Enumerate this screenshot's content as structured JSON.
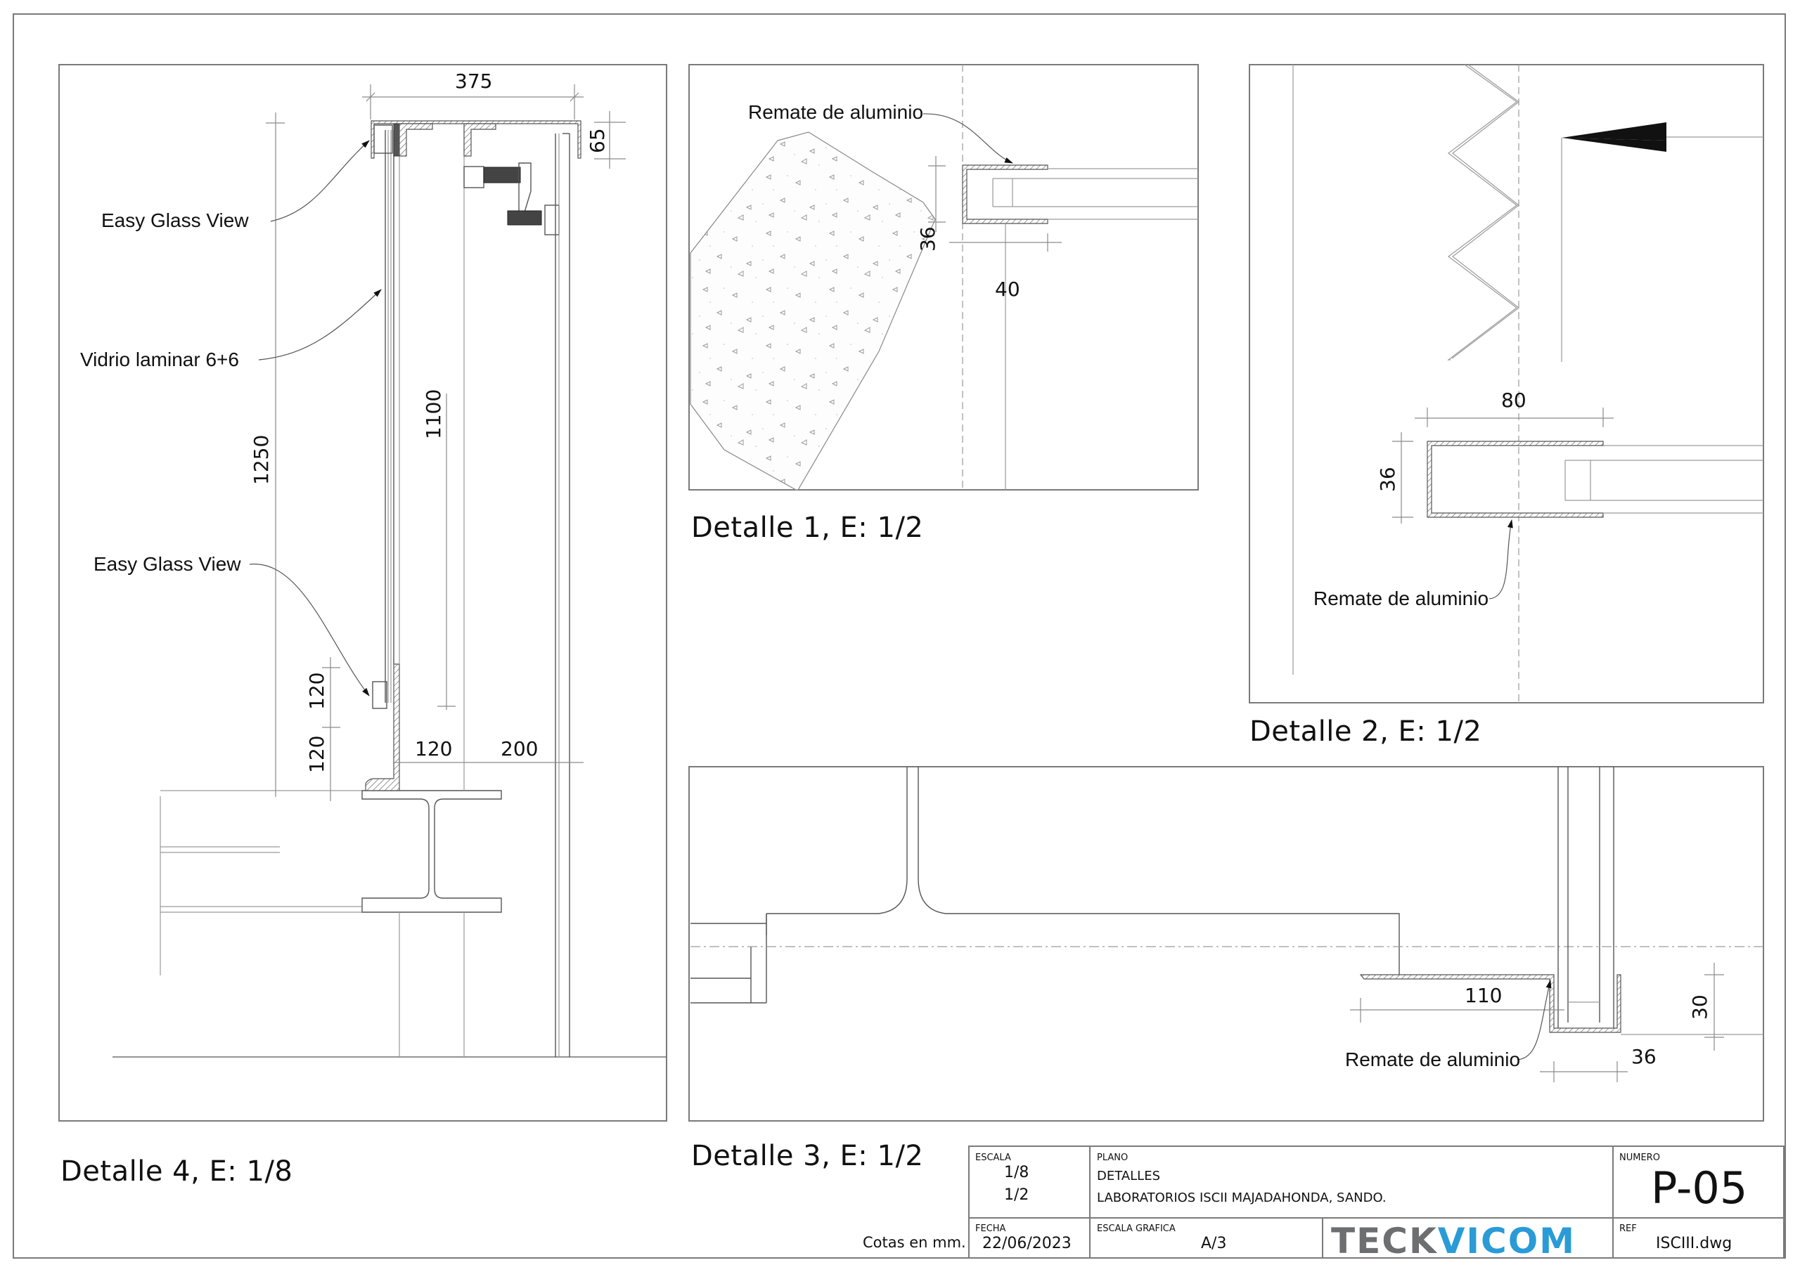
{
  "sheet": {
    "units_note": "Cotas en mm."
  },
  "detail4": {
    "caption": "Detalle 4, E: 1/8",
    "labels": {
      "easy_glass_top": "Easy Glass View",
      "vidrio": "Vidrio laminar 6+6",
      "easy_glass_bottom": "Easy Glass View"
    },
    "dimensions": {
      "width_top": "375",
      "top_height": "65",
      "total_height": "1250",
      "glass_height": "1100",
      "base_upper": "120",
      "base_lower": "120",
      "offset_a": "120",
      "offset_b": "200"
    }
  },
  "detail1": {
    "caption": "Detalle 1, E: 1/2",
    "label": "Remate de aluminio",
    "dimensions": {
      "height": "36",
      "width": "40"
    }
  },
  "detail2": {
    "caption": "Detalle 2, E: 1/2",
    "label": "Remate de aluminio",
    "dimensions": {
      "width": "80",
      "height": "36"
    }
  },
  "detail3": {
    "caption": "Detalle 3, E: 1/2",
    "label": "Remate de aluminio",
    "dimensions": {
      "length": "110",
      "depth": "30",
      "width": "36"
    }
  },
  "title_block": {
    "escala_label": "ESCALA",
    "escala_values": [
      "1/8",
      "1/2"
    ],
    "plano_label": "PLANO",
    "plano_title": "DETALLES",
    "plano_project": "LABORATORIOS ISCII MAJADAHONDA, SANDO.",
    "numero_label": "NUMERO",
    "numero_value": "P-05",
    "fecha_label": "FECHA",
    "fecha_value": "22/06/2023",
    "escala_grafica_label": "ESCALA GRAFICA",
    "escala_grafica_value": "A/3",
    "ref_label": "REF",
    "ref_value": "ISCIII.dwg",
    "logo": {
      "part1": "TECK",
      "part2": "VICOM",
      "color1": "#6d6e70",
      "color2": "#2a9bd6"
    }
  }
}
